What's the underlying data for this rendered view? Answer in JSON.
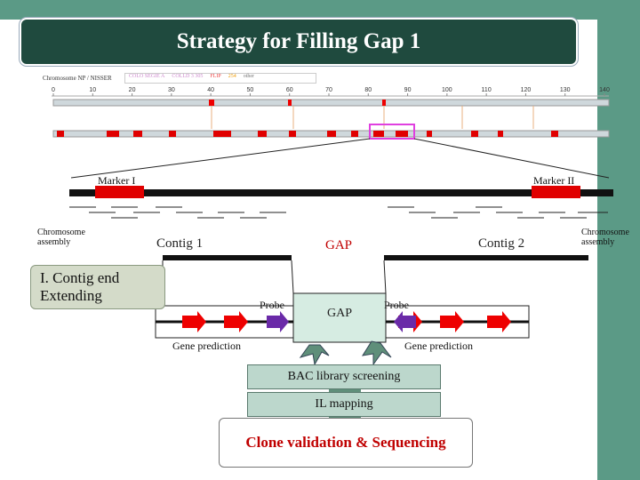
{
  "title": "Strategy for Filling Gap 1",
  "chromosome_header": {
    "name": "Chromosome NP / NISSER",
    "legend": [
      "COLO SEGIE A",
      "COLLD 3 305",
      "FLIP",
      "254",
      "other"
    ]
  },
  "ruler_ticks": [
    "0",
    "10",
    "20",
    "30",
    "40",
    "50",
    "60",
    "70",
    "80",
    "90",
    "100",
    "110",
    "120",
    "130",
    "140"
  ],
  "markers": {
    "left": "Marker I",
    "right": "Marker II"
  },
  "assembly_label_left": "Chromosome assembly",
  "assembly_label_right": "Chromosome assembly",
  "contig1": "Contig 1",
  "contig2": "Contig 2",
  "gap_label": "GAP",
  "contig_extending": "I. Contig end Extending",
  "probe_left": "Probe",
  "probe_right": "Probe",
  "gap_inner": "GAP",
  "gene_pred_left": "Gene prediction",
  "gene_pred_right": "Gene prediction",
  "steps": [
    "BAC library screening",
    "IL mapping"
  ],
  "final_step": "Clone validation & Sequencing",
  "colors": {
    "accent": "#1f4a3e",
    "band": "#5b9a86",
    "marker": "#e00000",
    "probe": "#6a2aa8"
  }
}
